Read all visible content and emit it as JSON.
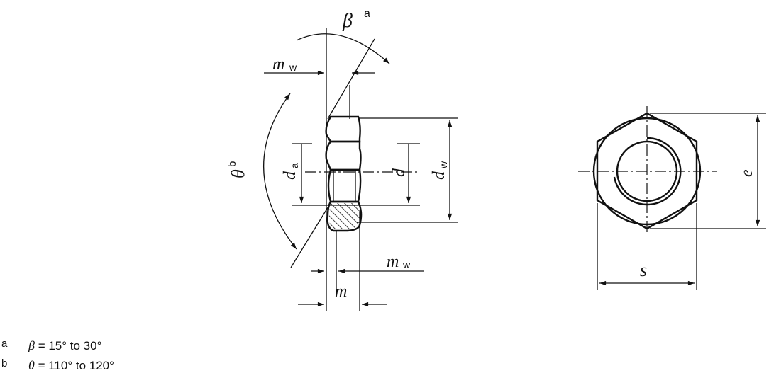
{
  "labels": {
    "beta": "β",
    "beta_mark": "a",
    "theta": "θ",
    "theta_mark": "b",
    "m_w": "m",
    "m_w_sub": "w",
    "m": "m",
    "d_a": "d",
    "d_a_sub": "a",
    "d": "d",
    "d_w": "d",
    "d_w_sub": "w",
    "e": "e",
    "s": "s"
  },
  "footnotes": [
    {
      "mark": "a",
      "symbol": "β",
      "text": " = 15° to 30°"
    },
    {
      "mark": "b",
      "symbol": "θ",
      "text": " = 110° to 120°"
    }
  ]
}
